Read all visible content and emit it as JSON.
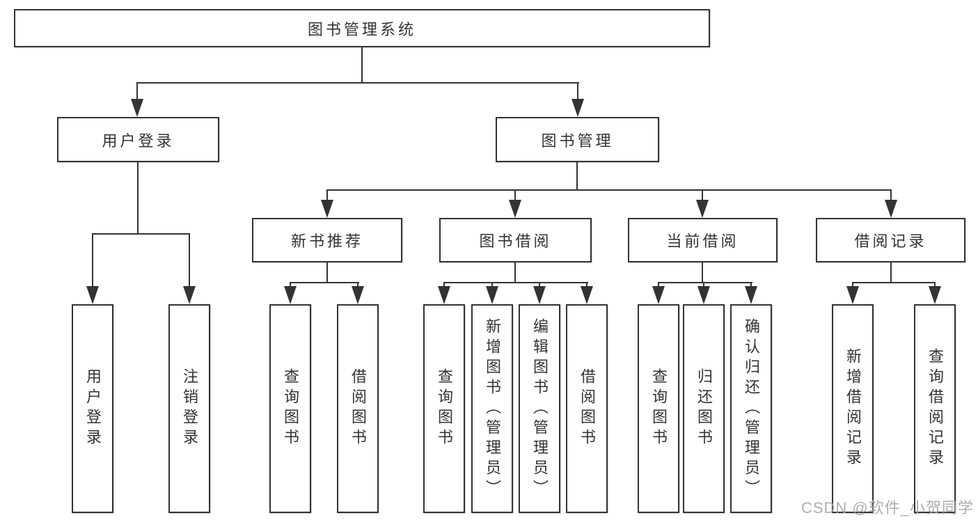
{
  "tree": {
    "root": {
      "label": "图书管理系统"
    },
    "branches": [
      {
        "label": "用户登录",
        "children": [
          {
            "label": "用户登录"
          },
          {
            "label": "注销登录"
          }
        ]
      },
      {
        "label": "图书管理",
        "groups": [
          {
            "label": "新书推荐",
            "children": [
              {
                "label": "查询图书"
              },
              {
                "label": "借阅图书"
              }
            ]
          },
          {
            "label": "图书借阅",
            "children": [
              {
                "label": "查询图书"
              },
              {
                "label": "新增图书（管理员）"
              },
              {
                "label": "编辑图书（管理员）"
              },
              {
                "label": "借阅图书"
              }
            ]
          },
          {
            "label": "当前借阅",
            "children": [
              {
                "label": "查询图书"
              },
              {
                "label": "归还图书"
              },
              {
                "label": "确认归还（管理员）"
              }
            ]
          },
          {
            "label": "借阅记录",
            "children": [
              {
                "label": "新增借阅记录"
              },
              {
                "label": "查询借阅记录"
              }
            ]
          }
        ]
      }
    ]
  },
  "watermark": {
    "text": "CSDN @软件_小贺同学"
  },
  "colors": {
    "line": "#333333",
    "box_border": "#333333",
    "text": "#333333",
    "background": "#ffffff",
    "watermark": "#a5a5a5"
  }
}
